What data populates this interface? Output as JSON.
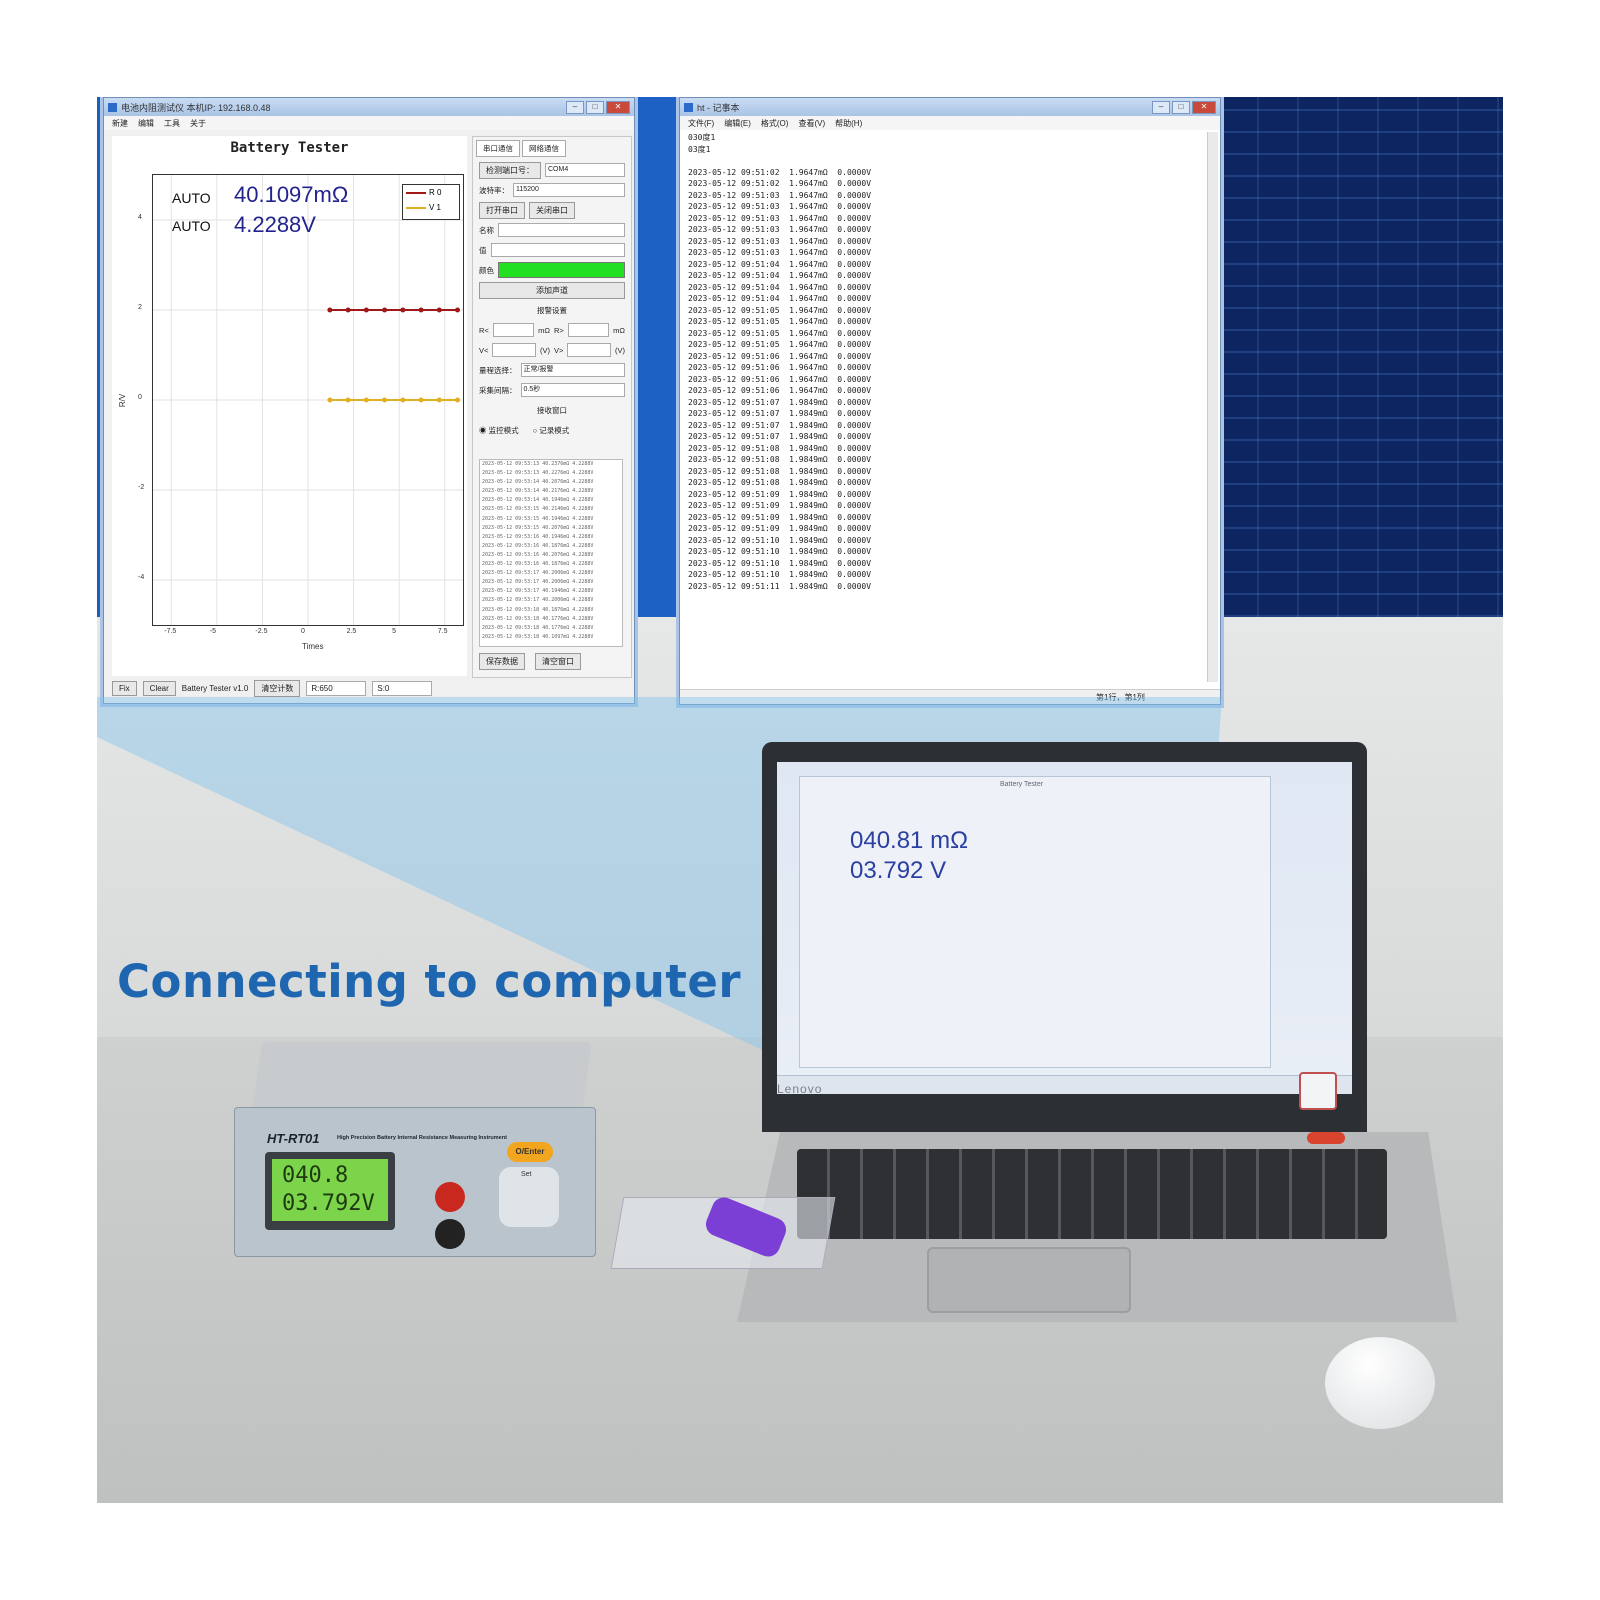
{
  "app_window": {
    "title": "电池内阻测试仪  本机IP: 192.168.0.48",
    "menu": [
      "新建",
      "编辑",
      "工具",
      "关于"
    ],
    "plot_title": "Battery Tester",
    "r_mode": "AUTO",
    "v_mode": "AUTO",
    "resistance": "40.1097mΩ",
    "voltage": "4.2288V",
    "legend": [
      "R 0",
      "V 1"
    ],
    "x_axis_label": "Times",
    "y_axis_label": "R/V",
    "x_ticks": [
      "-7.5",
      "-5",
      "-2.5",
      "0",
      "2.5",
      "5",
      "7.5"
    ],
    "y_ticks": [
      "4",
      "2",
      "0",
      "-2",
      "-4"
    ],
    "bottom": {
      "fix_button": "Fix",
      "clear_button": "Clear",
      "version": "Battery Tester v1.0",
      "clear_count_button": "清空计数",
      "field_r": "R:650",
      "field_s": "S:0"
    },
    "panel": {
      "tabs": [
        "串口通信",
        "网络通信"
      ],
      "port_button": "检测端口号：",
      "port_value": "COM4",
      "baud_label": "波特率：",
      "baud_value": "115200",
      "open_button": "打开串口",
      "close_button": "关闭串口",
      "name_label": "名称",
      "value_label": "值",
      "color_label": "颜色",
      "add_button": "添加声道",
      "alarm_title": "报警设置",
      "r_low": "R<",
      "r_high": "R>",
      "v_low": "V<",
      "v_high": "V>",
      "unit_r": "mΩ",
      "unit_v": "(V)",
      "mode_label": "量程选择：",
      "mode_value": "正常/报警",
      "interval_label": "采集间隔：",
      "interval_value": "0.5秒",
      "receive_title": "接收窗口",
      "radio_monitor": "监控模式",
      "radio_record": "记录模式",
      "log_lines": [
        "2023-05-12 09:53:13  40.2376mΩ  4.2288V",
        "2023-05-12 09:53:13  40.2276mΩ  4.2288V",
        "2023-05-12 09:53:14  40.2076mΩ  4.2288V",
        "2023-05-12 09:53:14  40.2176mΩ  4.2288V",
        "2023-05-12 09:53:14  40.1946mΩ  4.2288V",
        "2023-05-12 09:53:15  40.2146mΩ  4.2288V",
        "2023-05-12 09:53:15  40.1946mΩ  4.2288V",
        "2023-05-12 09:53:15  40.2076mΩ  4.2288V",
        "2023-05-12 09:53:16  40.1946mΩ  4.2288V",
        "2023-05-12 09:53:16  40.1876mΩ  4.2288V",
        "2023-05-12 09:53:16  40.2076mΩ  4.2288V",
        "2023-05-12 09:53:16  40.1876mΩ  4.2288V",
        "2023-05-12 09:53:17  40.2006mΩ  4.2288V",
        "2023-05-12 09:53:17  40.2006mΩ  4.2288V",
        "2023-05-12 09:53:17  40.1946mΩ  4.2288V",
        "2023-05-12 09:53:17  40.2006mΩ  4.2288V",
        "2023-05-12 09:53:18  40.1876mΩ  4.2288V",
        "2023-05-12 09:53:18  40.1776mΩ  4.2288V",
        "2023-05-12 09:53:18  40.1776mΩ  4.2288V",
        "2023-05-12 09:53:18  40.1097mΩ  4.2288V"
      ],
      "save_button": "保存数据",
      "clear_window_button": "清空窗口"
    },
    "chart_data": {
      "type": "line",
      "title": "Battery Tester",
      "xlabel": "Times",
      "ylabel": "R/V",
      "xlim": [
        -8.5,
        8.5
      ],
      "ylim": [
        -5,
        5
      ],
      "grid": true,
      "legend_position": "top-right",
      "x": [
        1.2,
        2.2,
        3.2,
        4.2,
        5.2,
        6.2,
        7.2,
        8.2
      ],
      "series": [
        {
          "name": "R 0",
          "color": "#a01818",
          "values": [
            2,
            2,
            2,
            2,
            2,
            2,
            2,
            2
          ]
        },
        {
          "name": "V 1",
          "color": "#e0b020",
          "values": [
            0,
            0,
            0,
            0,
            0,
            0,
            0,
            0
          ]
        }
      ]
    }
  },
  "notepad_window": {
    "title": "ht - 记事本",
    "menu": [
      "文件(F)",
      "编辑(E)",
      "格式(O)",
      "查看(V)",
      "帮助(H)"
    ],
    "header_lines": [
      "030度1",
      "03度1"
    ],
    "rows": [
      "2023-05-12 09:51:02  1.9647mΩ  0.0000V",
      "2023-05-12 09:51:02  1.9647mΩ  0.0000V",
      "2023-05-12 09:51:03  1.9647mΩ  0.0000V",
      "2023-05-12 09:51:03  1.9647mΩ  0.0000V",
      "2023-05-12 09:51:03  1.9647mΩ  0.0000V",
      "2023-05-12 09:51:03  1.9647mΩ  0.0000V",
      "2023-05-12 09:51:03  1.9647mΩ  0.0000V",
      "2023-05-12 09:51:03  1.9647mΩ  0.0000V",
      "2023-05-12 09:51:04  1.9647mΩ  0.0000V",
      "2023-05-12 09:51:04  1.9647mΩ  0.0000V",
      "2023-05-12 09:51:04  1.9647mΩ  0.0000V",
      "2023-05-12 09:51:04  1.9647mΩ  0.0000V",
      "2023-05-12 09:51:05  1.9647mΩ  0.0000V",
      "2023-05-12 09:51:05  1.9647mΩ  0.0000V",
      "2023-05-12 09:51:05  1.9647mΩ  0.0000V",
      "2023-05-12 09:51:05  1.9647mΩ  0.0000V",
      "2023-05-12 09:51:06  1.9647mΩ  0.0000V",
      "2023-05-12 09:51:06  1.9647mΩ  0.0000V",
      "2023-05-12 09:51:06  1.9647mΩ  0.0000V",
      "2023-05-12 09:51:06  1.9647mΩ  0.0000V",
      "2023-05-12 09:51:07  1.9849mΩ  0.0000V",
      "2023-05-12 09:51:07  1.9849mΩ  0.0000V",
      "2023-05-12 09:51:07  1.9849mΩ  0.0000V",
      "2023-05-12 09:51:07  1.9849mΩ  0.0000V",
      "2023-05-12 09:51:08  1.9849mΩ  0.0000V",
      "2023-05-12 09:51:08  1.9849mΩ  0.0000V",
      "2023-05-12 09:51:08  1.9849mΩ  0.0000V",
      "2023-05-12 09:51:08  1.9849mΩ  0.0000V",
      "2023-05-12 09:51:09  1.9849mΩ  0.0000V",
      "2023-05-12 09:51:09  1.9849mΩ  0.0000V",
      "2023-05-12 09:51:09  1.9849mΩ  0.0000V",
      "2023-05-12 09:51:09  1.9849mΩ  0.0000V",
      "2023-05-12 09:51:10  1.9849mΩ  0.0000V",
      "2023-05-12 09:51:10  1.9849mΩ  0.0000V",
      "2023-05-12 09:51:10  1.9849mΩ  0.0000V",
      "2023-05-12 09:51:10  1.9849mΩ  0.0000V",
      "2023-05-12 09:51:11  1.9849mΩ  0.0000V"
    ],
    "status": "第1行，第1列"
  },
  "headline": "Connecting to computer",
  "laptop": {
    "brand": "Lenovo",
    "screen_title": "Battery Tester",
    "resistance": "040.81 mΩ",
    "voltage": "03.792 V"
  },
  "instrument": {
    "model": "HT-RT01",
    "subtitle": "High Precision Battery Internal Resistance Measuring Instrument",
    "lcd_r": "040.8",
    "lcd_v": "03.792V",
    "enter_button": "O/Enter",
    "set_button": "Set"
  }
}
